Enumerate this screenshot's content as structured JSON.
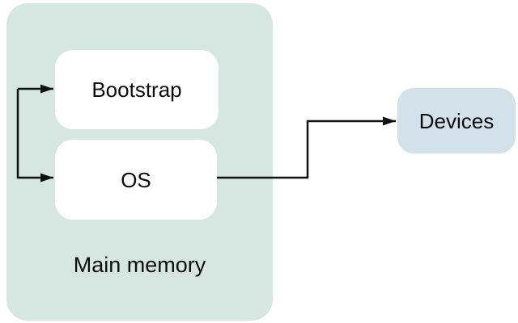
{
  "diagram": {
    "type": "block-diagram",
    "nodes": {
      "main_memory": {
        "label": "Main memory",
        "fill": "#d6e7e1"
      },
      "bootstrap": {
        "label": "Bootstrap",
        "fill": "#ffffff"
      },
      "os": {
        "label": "OS",
        "fill": "#ffffff"
      },
      "devices": {
        "label": "Devices",
        "fill": "#d2e1ea"
      }
    },
    "edges": [
      {
        "from": "left-bracket",
        "to": "bootstrap",
        "style": "arrow"
      },
      {
        "from": "left-bracket",
        "to": "os",
        "style": "arrow"
      },
      {
        "from": "os",
        "to": "devices",
        "style": "elbow-arrow"
      }
    ],
    "colors": {
      "arrow": "#111111",
      "text": "#0d0d0d",
      "background": "#ffffff"
    }
  }
}
